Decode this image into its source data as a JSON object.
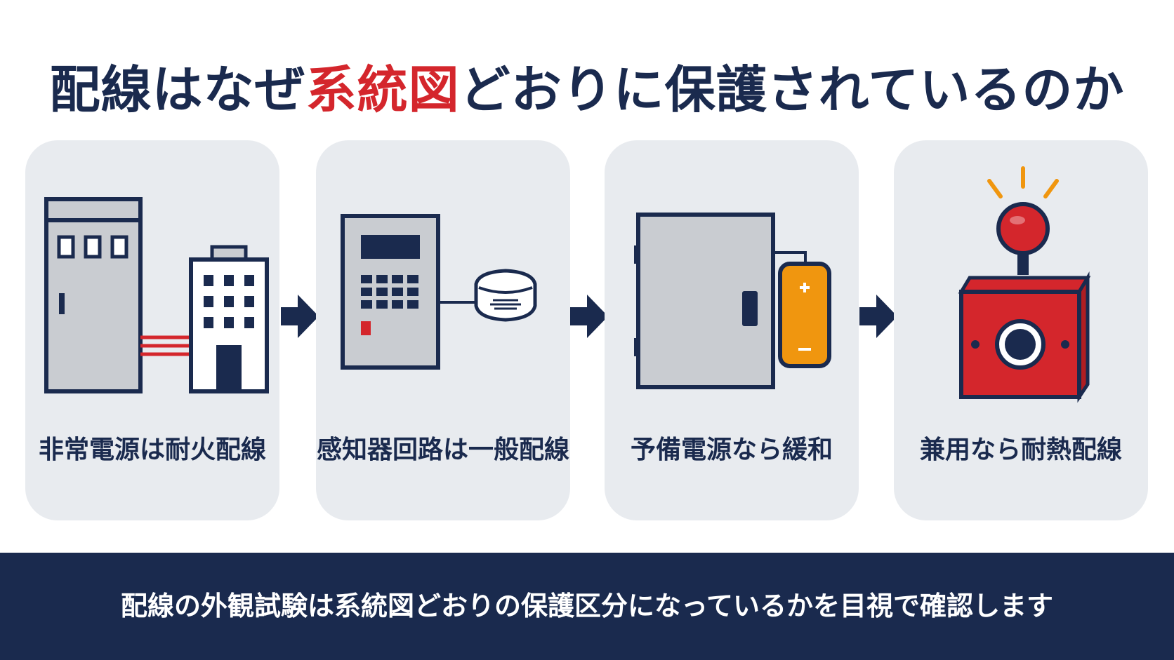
{
  "title": {
    "before": "配線はなぜ",
    "highlight": "系統図",
    "after": "どおりに保護されているのか"
  },
  "steps": [
    {
      "label": "非常電源は耐火配線",
      "icon": "emergency-power-panel-building-icon"
    },
    {
      "label": "感知器回路は一般配線",
      "icon": "control-panel-smoke-detector-icon"
    },
    {
      "label": "予備電源なら緩和",
      "icon": "cabinet-battery-icon"
    },
    {
      "label": "兼用なら耐熱配線",
      "icon": "alarm-bell-light-icon"
    }
  ],
  "footer": {
    "text": "配線の外観試験は系統図どおりの保護区分になっているかを目視で確認します"
  },
  "colors": {
    "navy": "#1a2a4e",
    "red": "#d4262c",
    "orange": "#f0960f",
    "card_bg": "#e8ebef",
    "equipment_gray": "#c9ccd1"
  }
}
